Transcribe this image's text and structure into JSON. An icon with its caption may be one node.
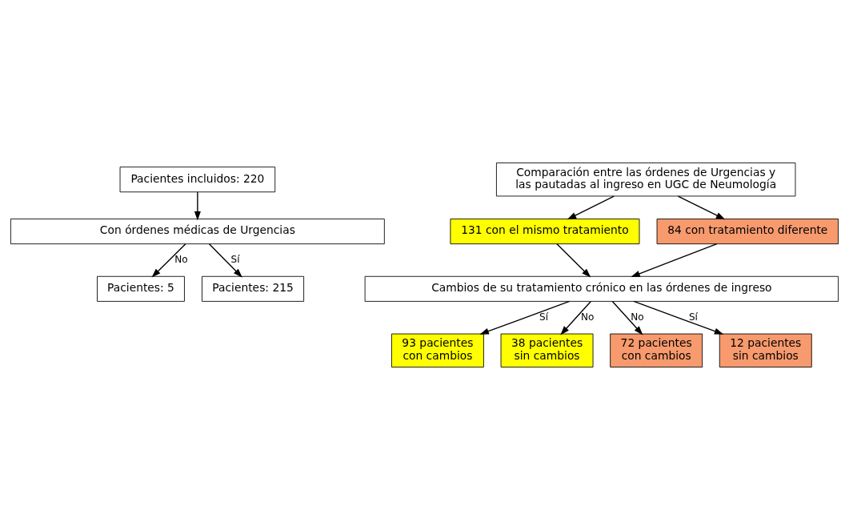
{
  "diagram": {
    "nodes": [
      {
        "text": [
          "Pacientes incluidos: 220"
        ]
      },
      {
        "text": [
          "Con órdenes médicas de Urgencias"
        ]
      },
      {
        "text": [
          "Pacientes: 5"
        ]
      },
      {
        "text": [
          "Pacientes: 215"
        ]
      },
      {
        "text": [
          "Comparación entre las órdenes de Urgencias y las pautadas al ingreso en UGC de Neumología"
        ]
      },
      {
        "text": [
          "131 con el mismo tratamiento"
        ]
      },
      {
        "text": [
          "84 con tratamiento diferente"
        ]
      },
      {
        "text": [
          "Cambios de su tratamiento crónico en las órdenes de ingreso"
        ]
      },
      {
        "text": [
          "93 pacientes con cambios"
        ]
      },
      {
        "text": [
          "38 pacientes sin cambios"
        ]
      },
      {
        "text": [
          "72 pacientes con cambios"
        ]
      },
      {
        "text": [
          "12 pacientes sin cambios"
        ]
      }
    ],
    "edges": [
      {
        "from": 0,
        "to": 1,
        "arrow": "to"
      },
      {
        "from": 1,
        "to": 2,
        "arrow": "to",
        "label": "No"
      },
      {
        "from": 1,
        "to": 3,
        "arrow": "to",
        "label": "Sí"
      },
      {
        "from": 4,
        "to": 5,
        "arrow": "to"
      },
      {
        "from": 4,
        "to": 6,
        "arrow": "to"
      },
      {
        "from": 5,
        "to": 7,
        "arrow": "to"
      },
      {
        "from": 6,
        "to": 7,
        "arrow": "to"
      },
      {
        "from": 7,
        "to": 8,
        "arrow": "to",
        "label": "Sí"
      },
      {
        "from": 7,
        "to": 9,
        "arrow": "to",
        "label": "No"
      },
      {
        "from": 7,
        "to": 10,
        "arrow": "to",
        "label": "No"
      },
      {
        "from": 7,
        "to": 11,
        "arrow": "to",
        "label": "Sí"
      }
    ]
  }
}
